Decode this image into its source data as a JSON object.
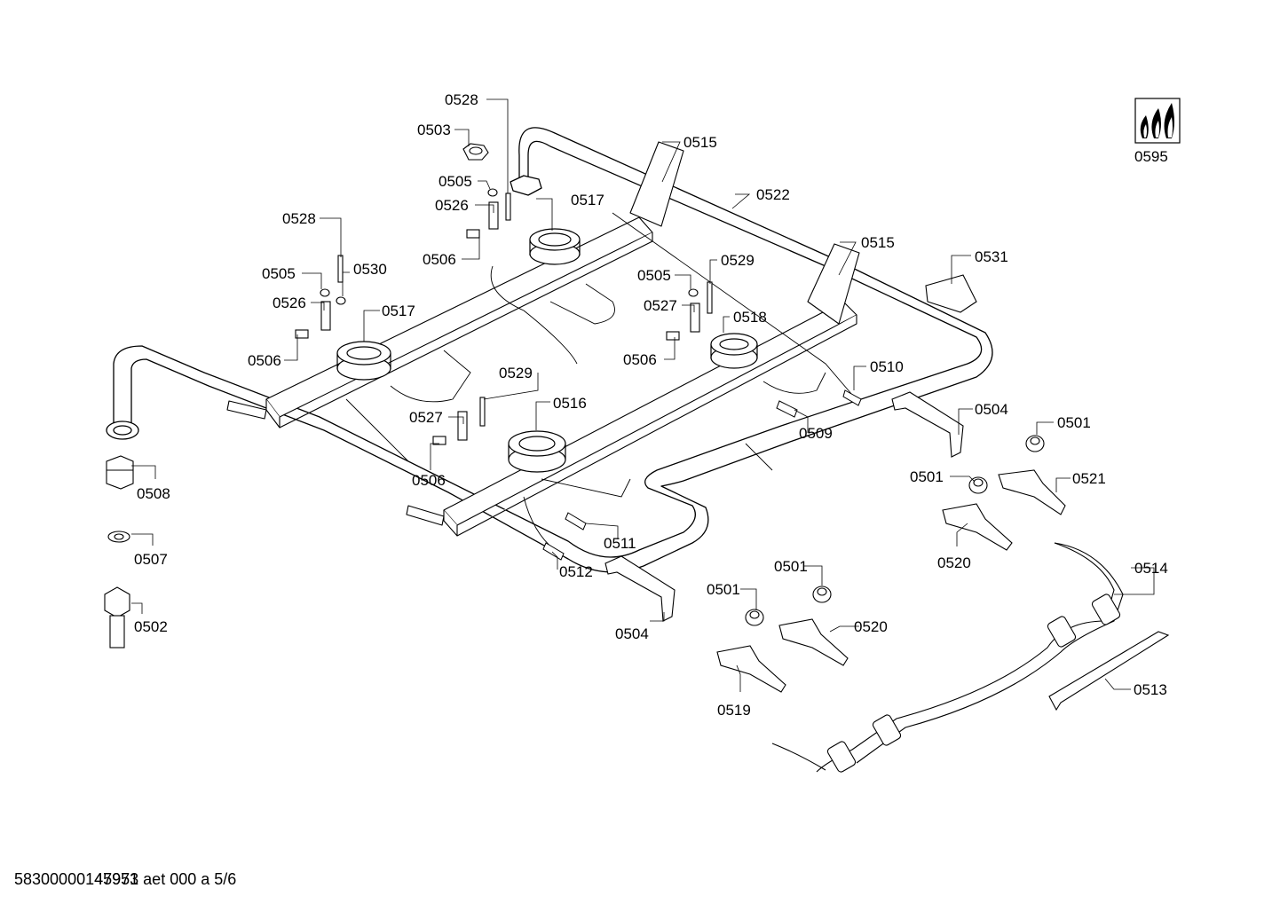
{
  "labels": {
    "0501a": "0501",
    "0501b": "0501",
    "0501c": "0501",
    "0501d": "0501",
    "0502": "0502",
    "0503": "0503",
    "0504a": "0504",
    "0504b": "0504",
    "0505a": "0505",
    "0505b": "0505",
    "0505c": "0505",
    "0506a": "0506",
    "0506b": "0506",
    "0506c": "0506",
    "0506d": "0506",
    "0507": "0507",
    "0508": "0508",
    "0509": "0509",
    "0510": "0510",
    "0511": "0511",
    "0512": "0512",
    "0513": "0513",
    "0514": "0514",
    "0515a": "0515",
    "0515b": "0515",
    "0516": "0516",
    "0517a": "0517",
    "0517b": "0517",
    "0518": "0518",
    "0519": "0519",
    "0520a": "0520",
    "0520b": "0520",
    "0521": "0521",
    "0522": "0522",
    "0526a": "0526",
    "0526b": "0526",
    "0527a": "0527",
    "0527b": "0527",
    "0528a": "0528",
    "0528b": "0528",
    "0529a": "0529",
    "0529b": "0529",
    "0530": "0530",
    "0531": "0531",
    "0595": "0595"
  },
  "footer": {
    "doc_number": "583000001",
    "overlay_a": "45951",
    "overlay_b": "47973",
    "rest": " aet 000 a 5/6"
  }
}
